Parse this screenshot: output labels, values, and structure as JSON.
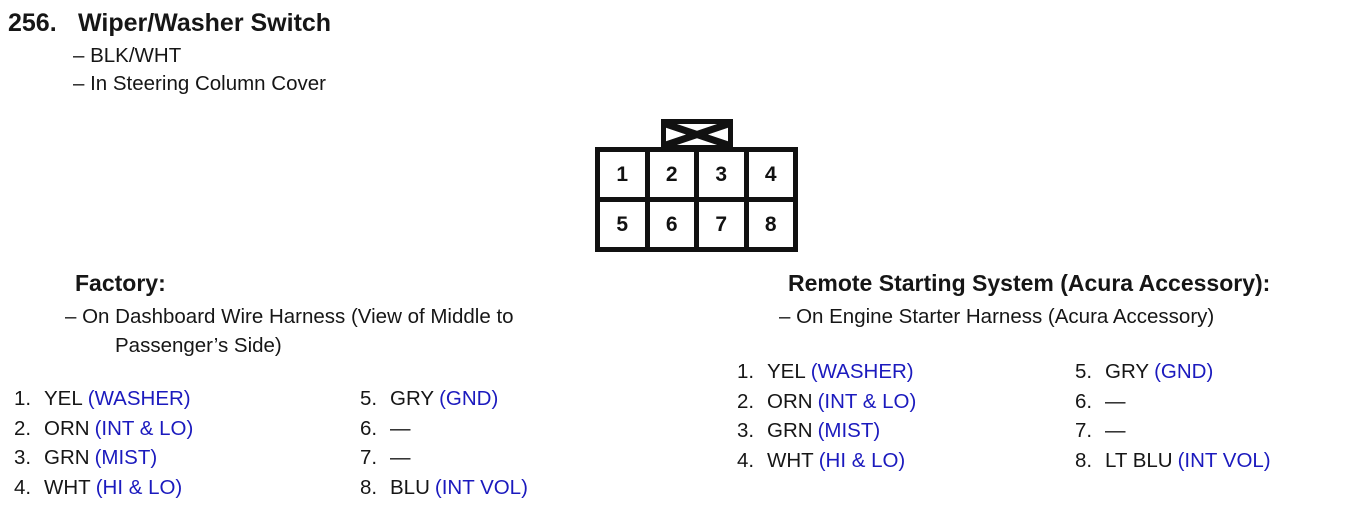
{
  "page": {
    "item_number": "256.",
    "title": "Wiper/Washer Switch",
    "details": [
      "– BLK/WHT",
      "– In Steering Column Cover"
    ]
  },
  "connector": {
    "pins": [
      "1",
      "2",
      "3",
      "4",
      "5",
      "6",
      "7",
      "8"
    ]
  },
  "factory": {
    "header": "Factory:",
    "note_line1": "– On Dashboard Wire Harness (View of Middle to",
    "note_line2": "Passenger’s Side)",
    "pins_left": [
      {
        "num": "1.",
        "wire": "YEL",
        "func": "(WASHER)"
      },
      {
        "num": "2.",
        "wire": "ORN",
        "func": "(INT & LO)"
      },
      {
        "num": "3.",
        "wire": "GRN",
        "func": "(MIST)"
      },
      {
        "num": "4.",
        "wire": "WHT",
        "func": "(HI & LO)"
      }
    ],
    "pins_right": [
      {
        "num": "5.",
        "wire": "GRY",
        "func": "(GND)"
      },
      {
        "num": "6.",
        "wire": "—",
        "func": ""
      },
      {
        "num": "7.",
        "wire": "—",
        "func": ""
      },
      {
        "num": "8.",
        "wire": "BLU",
        "func": "(INT VOL)"
      }
    ]
  },
  "remote": {
    "header": "Remote Starting System (Acura Accessory):",
    "note_line1": "– On Engine Starter Harness (Acura Accessory)",
    "pins_left": [
      {
        "num": "1.",
        "wire": "YEL",
        "func": "(WASHER)"
      },
      {
        "num": "2.",
        "wire": "ORN",
        "func": "(INT & LO)"
      },
      {
        "num": "3.",
        "wire": "GRN",
        "func": "(MIST)"
      },
      {
        "num": "4.",
        "wire": "WHT",
        "func": "(HI & LO)"
      }
    ],
    "pins_right": [
      {
        "num": "5.",
        "wire": "GRY",
        "func": "(GND)"
      },
      {
        "num": "6.",
        "wire": "—",
        "func": ""
      },
      {
        "num": "7.",
        "wire": "—",
        "func": ""
      },
      {
        "num": "8.",
        "wire": "LT BLU",
        "func": "(INT VOL)"
      }
    ]
  },
  "colors": {
    "text_black": "#161616",
    "function_blue": "#1b1abe",
    "background": "#ffffff"
  }
}
